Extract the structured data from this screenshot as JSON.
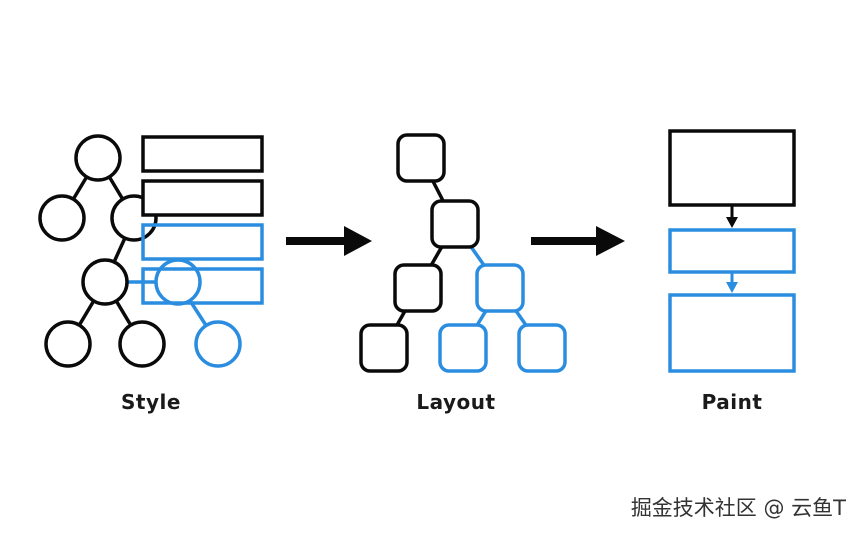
{
  "stages": [
    {
      "id": "style",
      "label": "Style"
    },
    {
      "id": "layout",
      "label": "Layout"
    },
    {
      "id": "paint",
      "label": "Paint"
    }
  ],
  "watermark": "掘金技术社区 @ 云鱼T",
  "colors": {
    "stroke": "#0a0a0a",
    "highlight": "#2b8de0",
    "background": "#ffffff"
  }
}
